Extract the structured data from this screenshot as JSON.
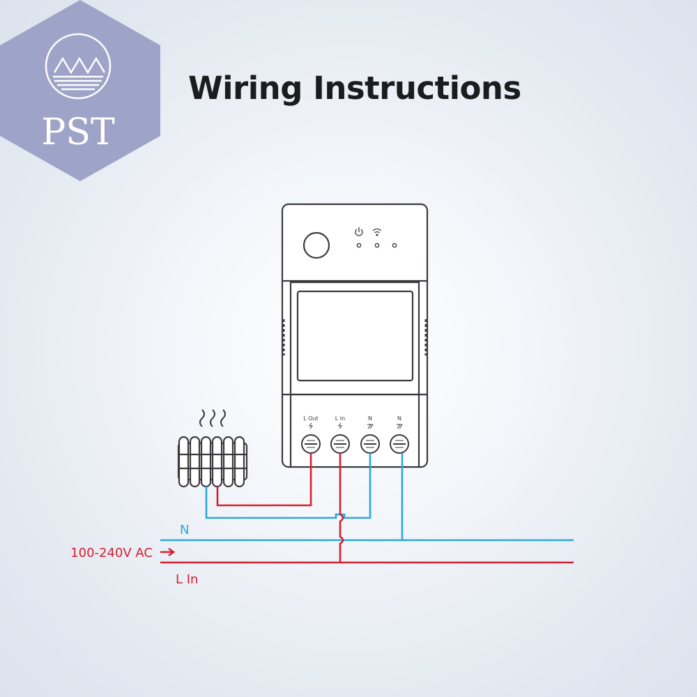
{
  "logo": {
    "text": "PST",
    "fill_color": "#9ea4c8"
  },
  "title": "Wiring Instructions",
  "terminals": [
    {
      "label": "L Out",
      "icon": "lightning-icon"
    },
    {
      "label": "L In",
      "icon": "lightning-icon"
    },
    {
      "label": "N",
      "icon": "neutral-icon"
    },
    {
      "label": "N",
      "icon": "neutral-icon"
    }
  ],
  "mains": {
    "voltage_label": "100-240V AC",
    "neutral_label": "N",
    "live_label": "L In"
  },
  "colors": {
    "neutral_wire": "#2aa7df",
    "live_wire": "#d32032",
    "device_outline": "#3a3a3c",
    "title_text": "#1b1c1e"
  }
}
